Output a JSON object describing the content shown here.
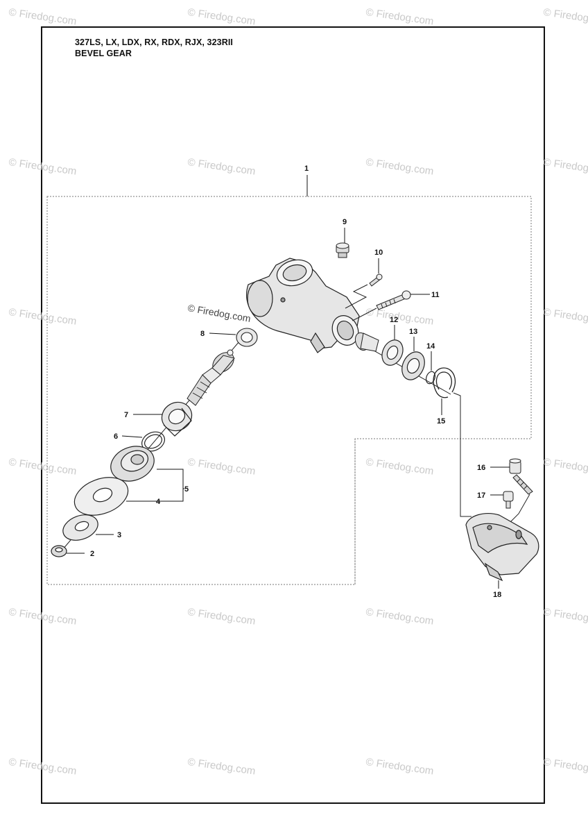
{
  "header": {
    "models": "327LS, LX, LDX, RX, RDX, RJX, 323RII",
    "section": "BEVEL GEAR"
  },
  "watermark": {
    "text": "© Firedog.com",
    "center_text": "© Firedog.com"
  },
  "callouts": [
    "1",
    "2",
    "3",
    "4",
    "5",
    "6",
    "7",
    "8",
    "9",
    "10",
    "11",
    "12",
    "13",
    "14",
    "15",
    "16",
    "17",
    "18"
  ],
  "parts": [
    {
      "id": "gear-housing-icon"
    },
    {
      "id": "plug-screw-icon"
    },
    {
      "id": "screw-10-icon"
    },
    {
      "id": "screw-11-icon"
    },
    {
      "id": "bearing-8-icon"
    },
    {
      "id": "spindle-gear-icon"
    },
    {
      "id": "bearing-7-icon"
    },
    {
      "id": "circlip-6-icon"
    },
    {
      "id": "flange-5-icon"
    },
    {
      "id": "support-cup-4-icon"
    },
    {
      "id": "washer-3-icon"
    },
    {
      "id": "nut-2-icon"
    },
    {
      "id": "bevel-pinion-icon"
    },
    {
      "id": "bearing-12-icon"
    },
    {
      "id": "bearing-13-icon"
    },
    {
      "id": "circlip-14-icon"
    },
    {
      "id": "retaining-ring-15-icon"
    },
    {
      "id": "bolt-16-icon"
    },
    {
      "id": "screw-17-icon"
    },
    {
      "id": "guard-bracket-18-icon"
    }
  ]
}
